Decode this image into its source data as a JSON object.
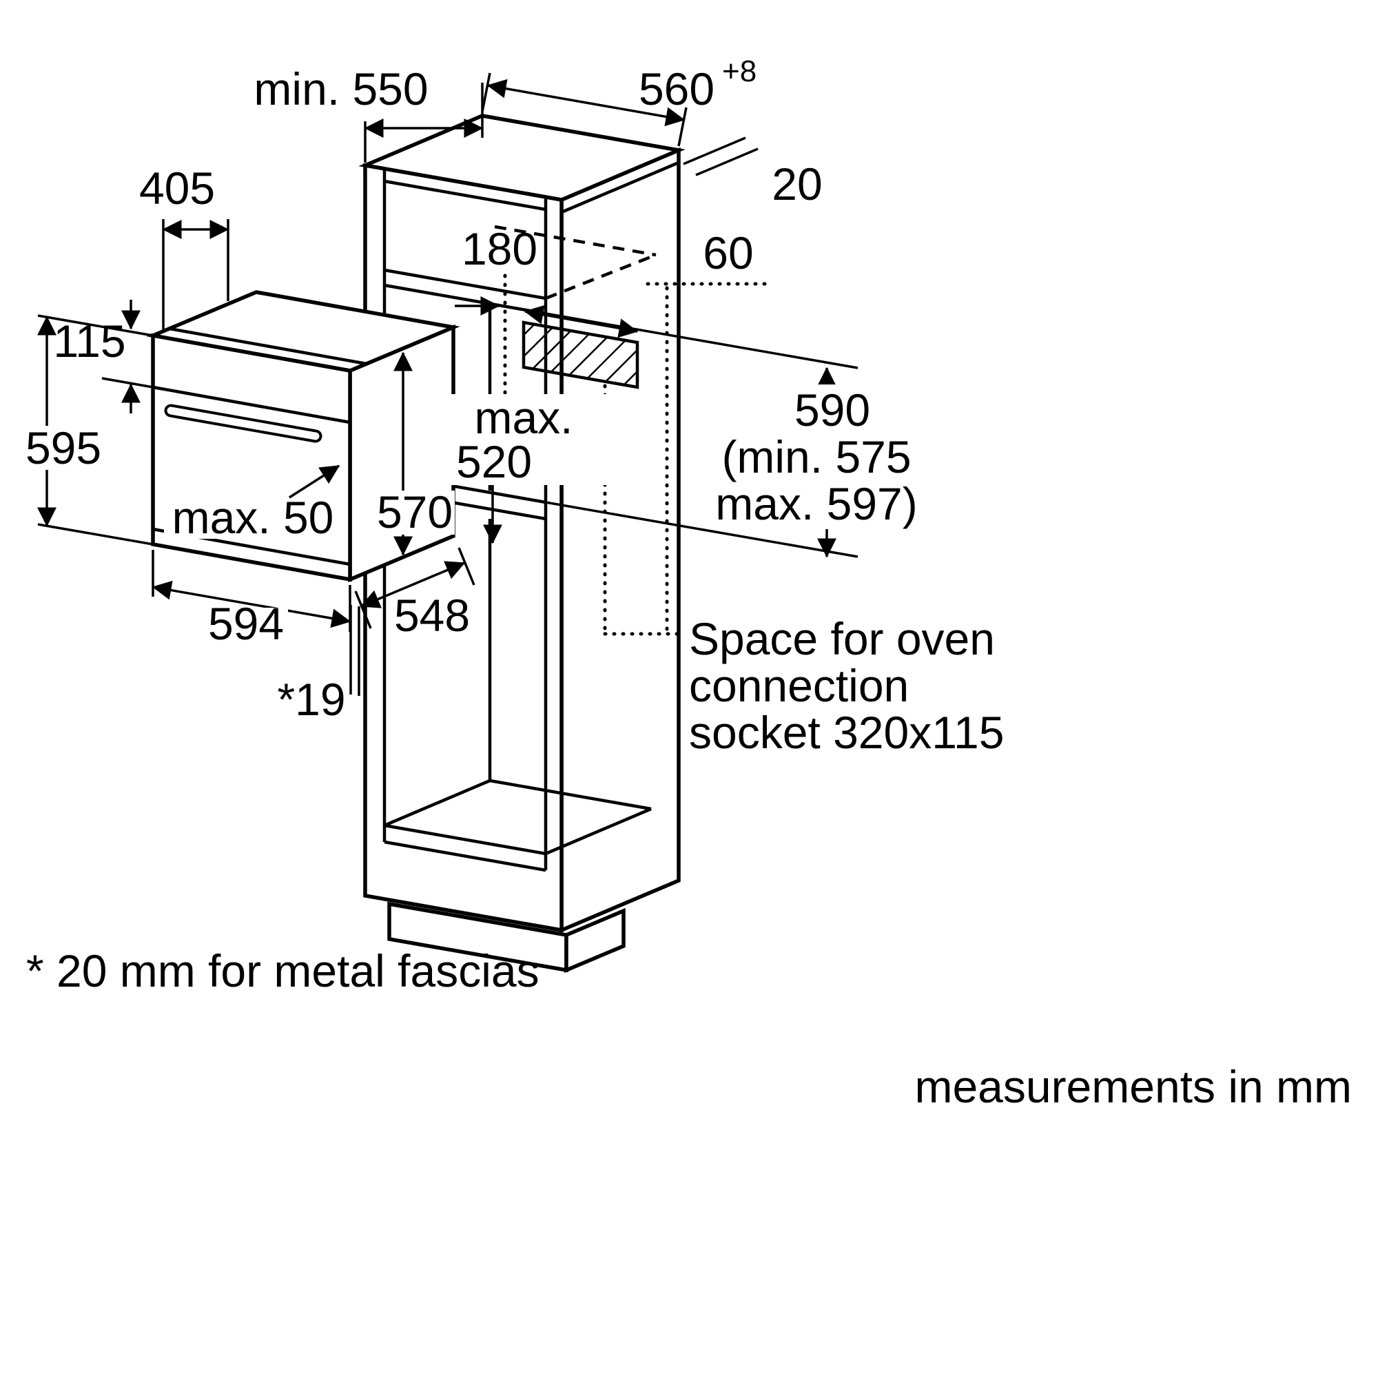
{
  "diagram": {
    "units_note": "measurements in mm",
    "footnote": "* 20 mm for metal fascias",
    "callout": {
      "line1": "Space for oven",
      "line2": "connection",
      "line3": "socket 320x115"
    },
    "dims": {
      "cabinet_depth": "min. 550",
      "niche_width": "560",
      "niche_width_tolerance": "+8",
      "panel_thickness": "20",
      "top_depth": "405",
      "socket_offset_top": "180",
      "socket_offset_side": "60",
      "fascia_height": "115",
      "oven_height": "595",
      "max_520_line1": "max.",
      "max_520_line2": "520",
      "niche_height": "590",
      "niche_height_min": "(min. 575",
      "niche_height_max": "max. 597)",
      "door_clearance": "max. 50",
      "body_height": "570",
      "oven_width": "594",
      "oven_depth": "548",
      "fascia_overlap": "*19"
    },
    "colors": {
      "line": "#000000",
      "background": "#ffffff"
    }
  }
}
